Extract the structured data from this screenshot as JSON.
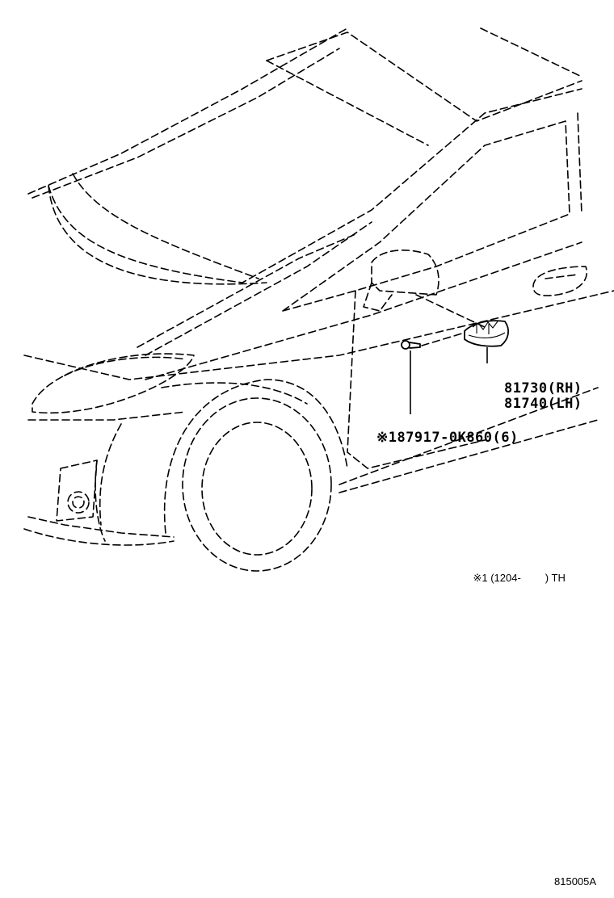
{
  "parts": [
    {
      "number": "81730",
      "side": "(RH)"
    },
    {
      "number": "81740",
      "side": "(LH)"
    }
  ],
  "screw": {
    "marker": "※1",
    "number": "87917-0K860",
    "qty": "(6)"
  },
  "footnote": {
    "marker": "※1",
    "range": "(1204-",
    "close": ")",
    "model": "TH"
  },
  "diagram_code": "815005A"
}
